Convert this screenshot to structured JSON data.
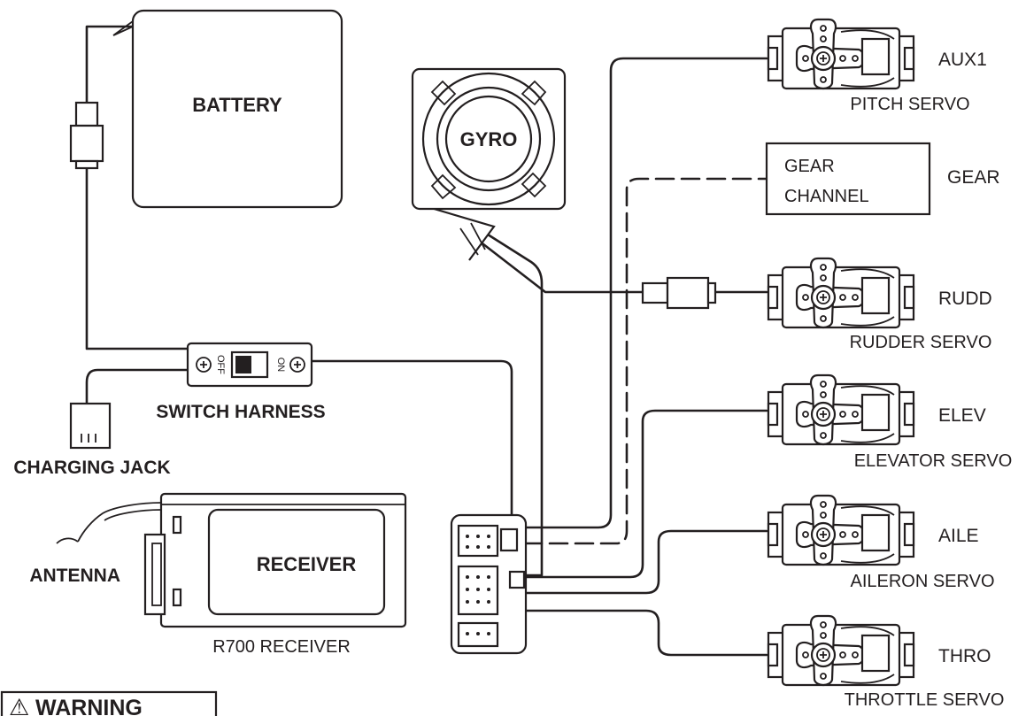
{
  "components": {
    "battery": "BATTERY",
    "gyro": "GYRO",
    "receiver": "RECEIVER",
    "receiver_caption": "R700 RECEIVER",
    "antenna": "ANTENNA",
    "switch_harness": "SWITCH HARNESS",
    "switch_off": "OFF",
    "switch_on": "ON",
    "charging_jack": "CHARGING JACK",
    "gear_channel_line1": "GEAR",
    "gear_channel_line2": "CHANNEL"
  },
  "servos": [
    {
      "channel": "AUX1",
      "name": "PITCH SERVO"
    },
    {
      "channel": "RUDD",
      "name": "RUDDER SERVO"
    },
    {
      "channel": "ELEV",
      "name": "ELEVATOR SERVO"
    },
    {
      "channel": "AILE",
      "name": "AILERON SERVO"
    },
    {
      "channel": "THRO",
      "name": "THROTTLE SERVO"
    }
  ],
  "gear_label": "GEAR",
  "warning": {
    "symbol": "⚠",
    "title": "WARNING"
  }
}
